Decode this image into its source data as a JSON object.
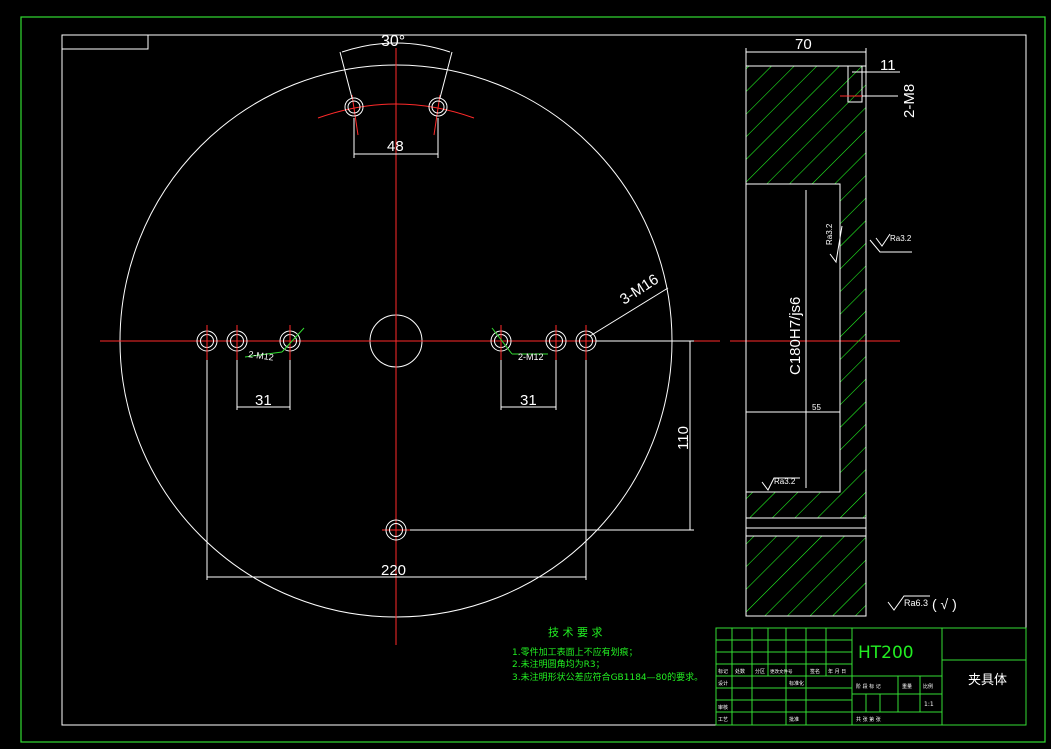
{
  "dimensions": {
    "angle_top": "30°",
    "top_holes_spacing": "48",
    "left_pair_spacing": "31",
    "right_pair_spacing": "31",
    "bottom_span": "220",
    "vertical_offset": "110",
    "thickness_top": "70",
    "thread_depth": "11",
    "thread_top": "2-M8",
    "thread_side": "3-M16",
    "bore_fit": "C180H7/js6",
    "step": "55",
    "thread_left": "2-M12",
    "thread_right": "2-M12"
  },
  "roughness": {
    "inner_top": "Ra3.2",
    "outer_right": "Ra3.2",
    "inner_bottom": "Ra3.2",
    "general": "Ra6.3",
    "general_suffix": "( √ )"
  },
  "notes": {
    "title": "技 术 要 求",
    "lines": [
      "1.零件加工表面上不应有划痕；",
      "2.未注明圆角均为R3；",
      "3.未注明形状公差应符合GB1184—80的要求。"
    ]
  },
  "title_block": {
    "material": "HT200",
    "part_name": "夹具体",
    "scale": "1:1",
    "labels": {
      "mark": "标记",
      "count": "处数",
      "zone": "分区",
      "change_doc": "更改文件号",
      "signature": "签名",
      "date": "年 月 日",
      "design": "设计",
      "standardize": "标准化",
      "stage_mark": "阶 段 标 记",
      "weight": "重量",
      "scale_label": "比例",
      "review": "审核",
      "craft": "工艺",
      "approve": "批准",
      "sheet": "共   张   第   张"
    }
  },
  "colors": {
    "background": "#000000",
    "outline": "#ffffff",
    "centerline": "#ff2a2a",
    "hatch": "#22ff22",
    "title_block": "#33dd33"
  }
}
